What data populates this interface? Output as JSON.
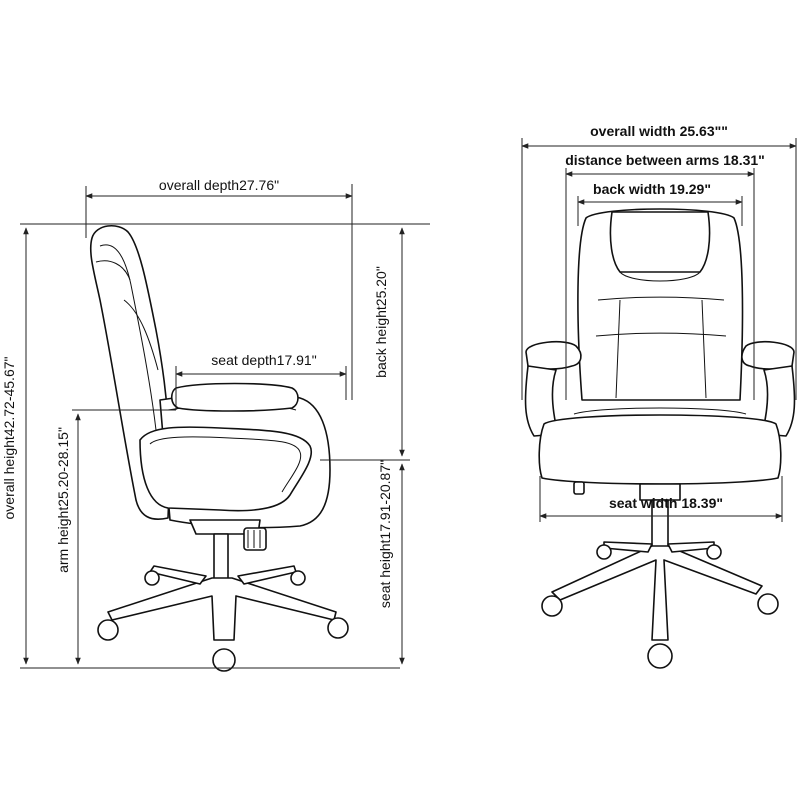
{
  "side_view": {
    "overall_depth": "overall depth27.76\"",
    "seat_depth": "seat depth17.91\"",
    "back_height": "back height25.20\"",
    "overall_height": "overall height42.72-45.67\"",
    "arm_height": "arm height25.20-28.15\"",
    "seat_height": "seat height17.91-20.87\""
  },
  "front_view": {
    "overall_width": "overall width 25.63\"\"",
    "distance_between_arms": "distance between arms 18.31\"",
    "back_width": "back width 19.29\"",
    "seat_width": "seat width 18.39\""
  }
}
